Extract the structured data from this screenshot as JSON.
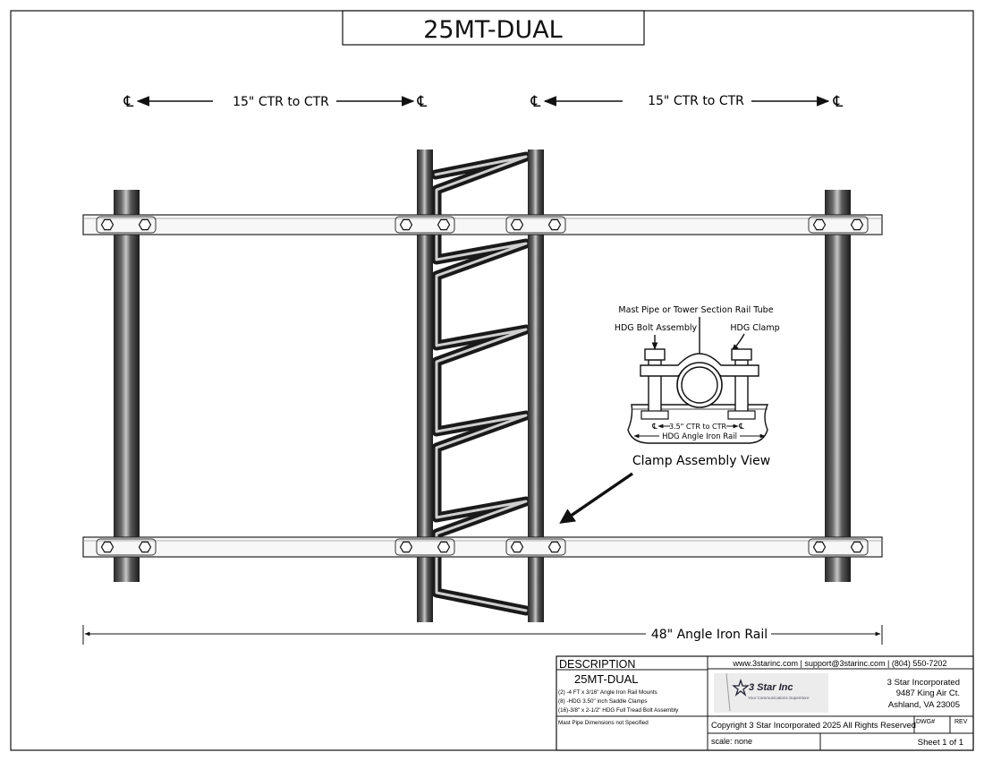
{
  "title": "25MT-DUAL",
  "dimensions": {
    "left_spacing": "15\" CTR to CTR",
    "right_spacing": "15\" CTR to CTR",
    "rail_length": "48\" Angle Iron Rail",
    "centerline_symbol": "℄"
  },
  "detail": {
    "label_mast": "Mast Pipe or Tower Section Rail Tube",
    "label_bolt": "HDG Bolt Assembly",
    "label_clamp": "HDG Clamp",
    "label_ctr": "3.5\" CTR to CTR",
    "label_rail": "HDG Angle Iron Rail",
    "view_caption": "Clamp Assembly View"
  },
  "title_block": {
    "description_header": "DESCRIPTION",
    "part_number": "25MT-DUAL",
    "items": [
      "(2) -4 FT x 3/16\" Angle Iron Rail Mounts",
      "(8) -HDG 3.50\" inch Saddle Clamps",
      "(16)-3/8\" x 2-1/2\" HDG Full Tread Bolt Assembly"
    ],
    "note": "Mast Pipe Dimensions not Specified",
    "contact": "www.3starinc.com | support@3starinc.com | (804) 550-7202",
    "logo_name": "3 Star Inc",
    "logo_tagline": "Your Communications Superstore",
    "company_lines": [
      "3 Star Incorporated",
      "9487 King Air Ct.",
      "Ashland, VA 23005"
    ],
    "copyright": "Copyright 3 Star Incorporated 2025 All Rights Reserved",
    "dwg_label": "DWG#",
    "rev_label": "REV",
    "scale": "scale: none",
    "sheet": "Sheet 1 of 1"
  },
  "colors": {
    "line": "#111111",
    "pipe_dark": "#1e1e1e",
    "pipe_light": "#bdbdbd",
    "rail_fill": "#f7f7f7"
  }
}
